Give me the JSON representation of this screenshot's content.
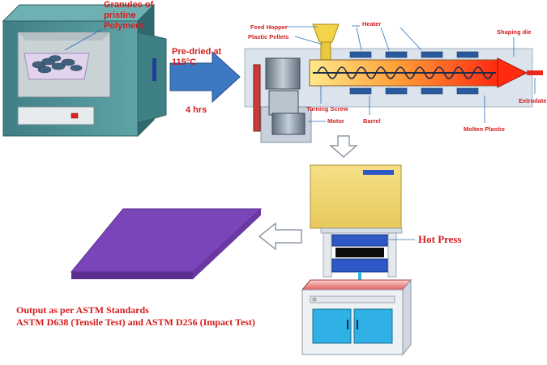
{
  "oven": {
    "granules_line1": "Granules of",
    "granules_line2": "pristine",
    "granules_line3": "Polymers"
  },
  "drying": {
    "line1": "Pre-dried at",
    "line2": "115°C",
    "duration": "4 hrs"
  },
  "extruder": {
    "feed_hopper": "Feed Hopper",
    "plastic_pellets": "Plastic Pellets",
    "heater": "Heater",
    "shaping_die": "Shaping die",
    "extrudate": "Extrudate",
    "turning_screw": "Turning Screw",
    "motor": "Motor",
    "barrel": "Barrel",
    "molten_plastic": "Molten Plastio"
  },
  "press": {
    "label": "Hot Press"
  },
  "output": {
    "line1": "Output as per ASTM Standards",
    "line2": "ASTM D638 (Tensile Test) and ASTM D256 (Impact Test)"
  },
  "colors": {
    "label_red": "#d41c1c",
    "oven_teal": "#4b8f93",
    "arrow_blue": "#3d78c2",
    "press_blue": "#2d58c6",
    "sheet_purple": "#7a45b8",
    "cabinet_cyan": "#2fb1e6"
  }
}
